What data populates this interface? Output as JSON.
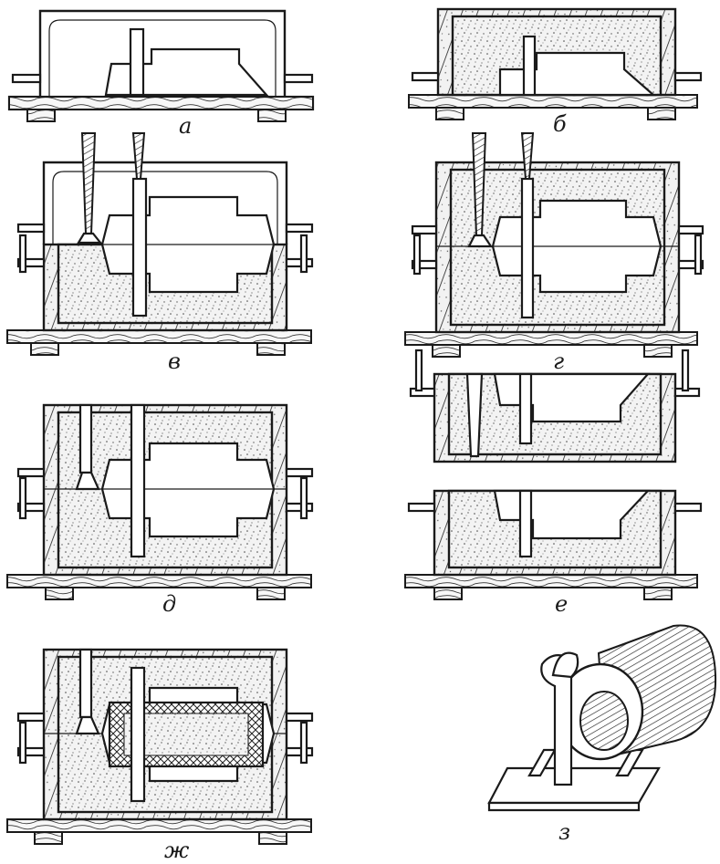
{
  "panels": [
    {
      "id": "a",
      "caption": "а"
    },
    {
      "id": "b",
      "caption": "б"
    },
    {
      "id": "v",
      "caption": "в"
    },
    {
      "id": "g",
      "caption": "г"
    },
    {
      "id": "d",
      "caption": "д"
    },
    {
      "id": "e",
      "caption": "е"
    },
    {
      "id": "zh",
      "caption": "ж"
    },
    {
      "id": "z",
      "caption": "з"
    }
  ],
  "colors": {
    "ink": "#1a1a1a",
    "paper": "#ffffff"
  }
}
